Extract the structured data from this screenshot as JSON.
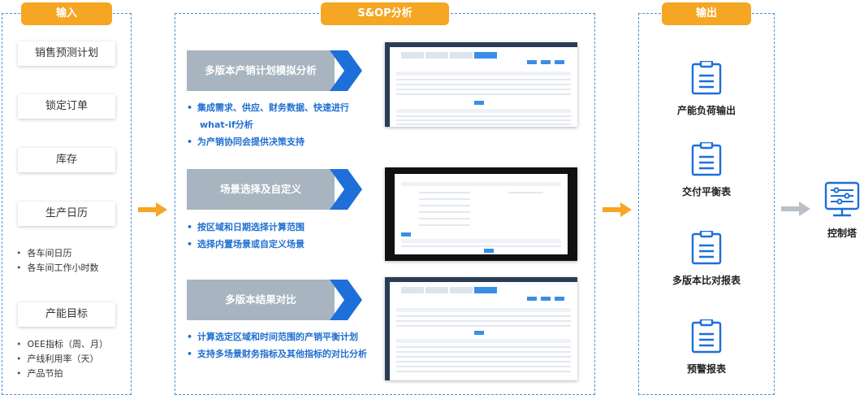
{
  "input": {
    "title": "输入",
    "items": [
      "销售预测计划",
      "锁定订单",
      "库存",
      "生产日历",
      "产能目标"
    ],
    "calendar_bullets": [
      "各车间日历",
      "各车间工作小时数"
    ],
    "capacity_bullets": [
      "OEE指标（周、月）",
      "产线利用率（天）",
      "产品节拍"
    ]
  },
  "sop": {
    "title": "S&OP分析",
    "sections": [
      {
        "banner": "多版本产销计划模拟分析",
        "bullets": [
          "集成需求、供应、财务数据、快速进行",
          "what-if分析",
          "为产销协同会提供决策支持"
        ]
      },
      {
        "banner": "场景选择及自定义",
        "bullets": [
          "按区域和日期选择计算范围",
          "选择内置场景或自定义场景"
        ]
      },
      {
        "banner": "多版本结果对比",
        "bullets": [
          "计算选定区域和时间范围的产销平衡计划",
          "支持多场景财务指标及其他指标的对比分析"
        ]
      }
    ]
  },
  "output": {
    "title": "输出",
    "items": [
      "产能负荷输出",
      "交付平衡表",
      "多版本比对报表",
      "预警报表"
    ]
  },
  "control_tower": {
    "label": "控制塔"
  },
  "colors": {
    "accent": "#f5a623",
    "link_blue": "#1f6fd0",
    "banner_gray": "#a8b4c0",
    "chevron_blue": "#1e6fd9",
    "dash": "#4a90d9"
  },
  "icons": [
    "clipboard-icon",
    "control-tower-icon",
    "chevron-icon",
    "arrow-right-icon"
  ]
}
